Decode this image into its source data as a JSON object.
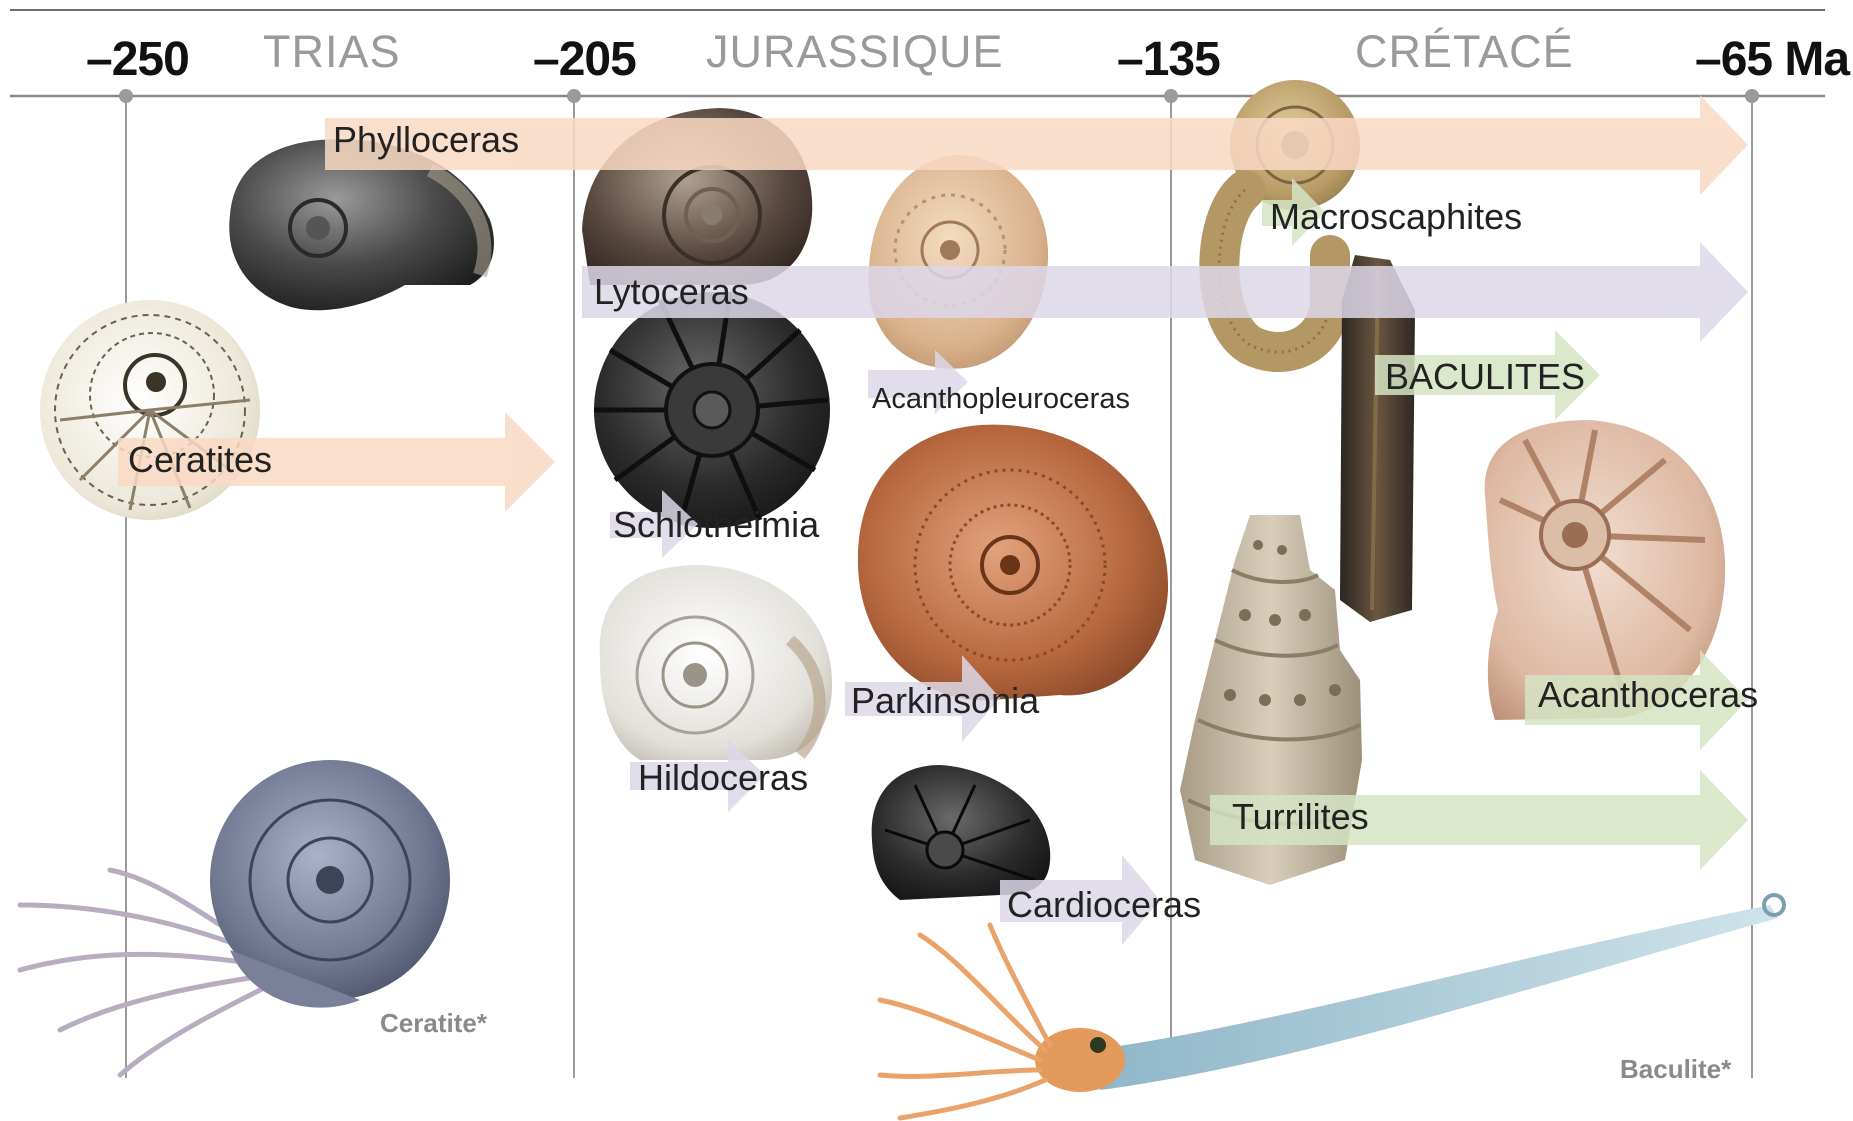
{
  "colors": {
    "trias_arrow": "#f9d9c4",
    "jurassic_arrow": "#ddd7e8",
    "cretaceous_arrow": "#d5e4c3",
    "axis": "#8a8a8a",
    "tick_text": "#111111",
    "period_text": "#9a9a9a"
  },
  "timeline": {
    "ticks": [
      {
        "label": "–250",
        "ma": -250
      },
      {
        "label": "–205",
        "ma": -205
      },
      {
        "label": "–135",
        "ma": -135
      },
      {
        "label": "–65 Ma",
        "ma": -65
      }
    ],
    "periods": [
      "TRIAS",
      "JURASSIQUE",
      "CRÉTACÉ"
    ]
  },
  "genera": [
    {
      "name": "Phylloceras",
      "color_group": "trias",
      "icon": "phylloceras-fossil"
    },
    {
      "name": "Ceratites",
      "color_group": "trias",
      "icon": "ceratites-fossil"
    },
    {
      "name": "Lytoceras",
      "color_group": "jurassic",
      "icon": "lytoceras-fossil"
    },
    {
      "name": "Schlotheimia",
      "color_group": "jurassic",
      "icon": "schlotheimia-fossil"
    },
    {
      "name": "Hildoceras",
      "color_group": "jurassic",
      "icon": "hildoceras-fossil"
    },
    {
      "name": "Acanthopleuroceras",
      "color_group": "jurassic",
      "icon": "acanthopleuroceras-fossil"
    },
    {
      "name": "Parkinsonia",
      "color_group": "jurassic",
      "icon": "parkinsonia-fossil"
    },
    {
      "name": "Cardioceras",
      "color_group": "jurassic",
      "icon": "cardioceras-fossil"
    },
    {
      "name": "Macroscaphites",
      "color_group": "cretaceous",
      "icon": "macroscaphites-fossil"
    },
    {
      "name": "BACULITES",
      "color_group": "cretaceous",
      "icon": "baculites-fossil"
    },
    {
      "name": "Acanthoceras",
      "color_group": "cretaceous",
      "icon": "acanthoceras-fossil"
    },
    {
      "name": "Turrilites",
      "color_group": "cretaceous",
      "icon": "turrilites-fossil"
    }
  ],
  "credits": {
    "ceratite": "Ceratite*",
    "baculite": "Baculite*"
  }
}
